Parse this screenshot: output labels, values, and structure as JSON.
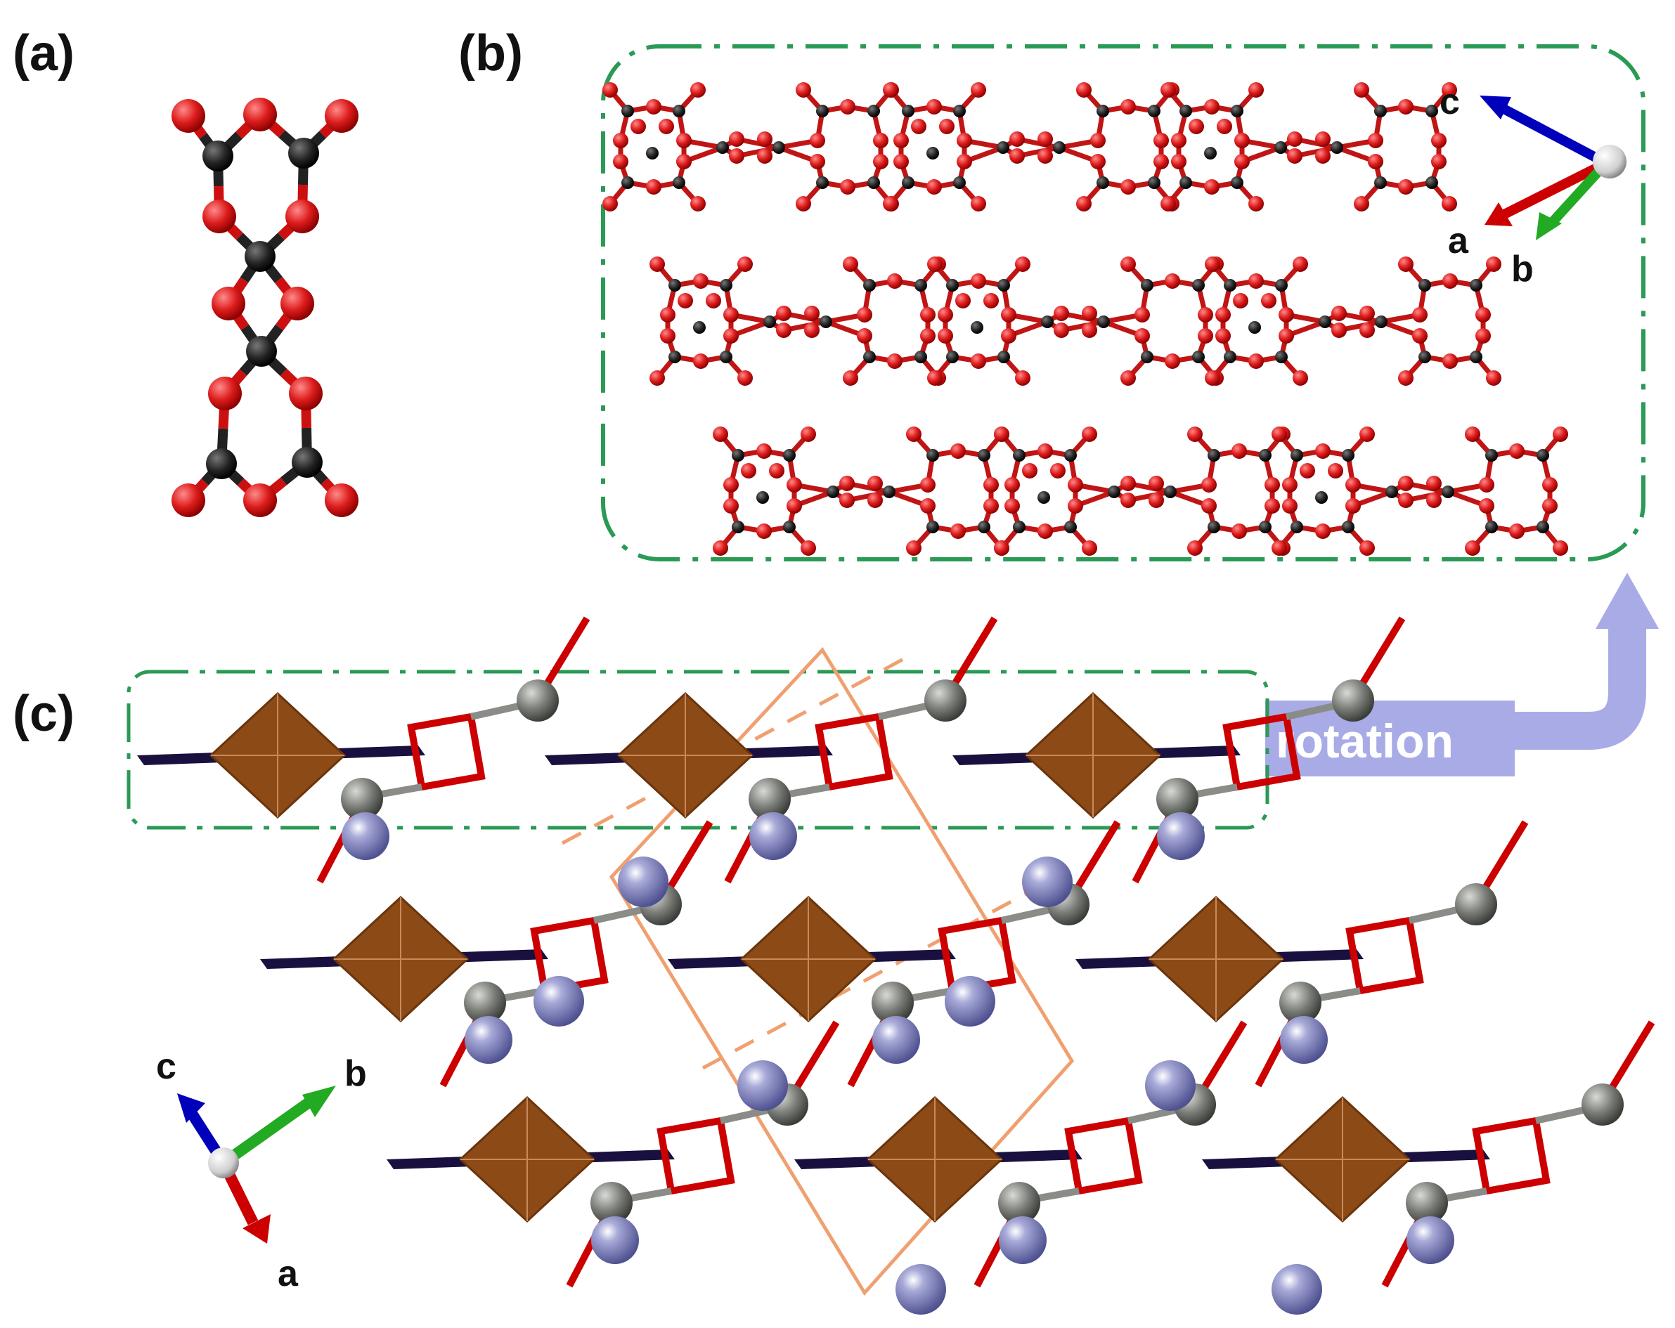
{
  "panels": {
    "a": {
      "label": "(a)"
    },
    "b": {
      "label": "(b)",
      "axes": {
        "c": "c",
        "a": "a",
        "b": "b"
      }
    },
    "c": {
      "label": "(c)",
      "axes": {
        "c": "c",
        "a": "a",
        "b": "b"
      }
    }
  },
  "rotation_label": "rotation",
  "colors": {
    "oxygen": "#dd1c1c",
    "carbon": "#1e1e1e",
    "frame_green": "#2a9a55",
    "octahedron": "#8c4a16",
    "metal_sphere": "#8a8cc0",
    "carbon_gray": "#7a7c78",
    "unit_cell": "#f0a070",
    "rotation_arrow": "#a9abe6",
    "axis_a": "#cc0000",
    "axis_b": "#22aa22",
    "axis_c": "#0000bb"
  },
  "icons": [
    "axis-triad-icon",
    "rotation-arrow-icon"
  ]
}
